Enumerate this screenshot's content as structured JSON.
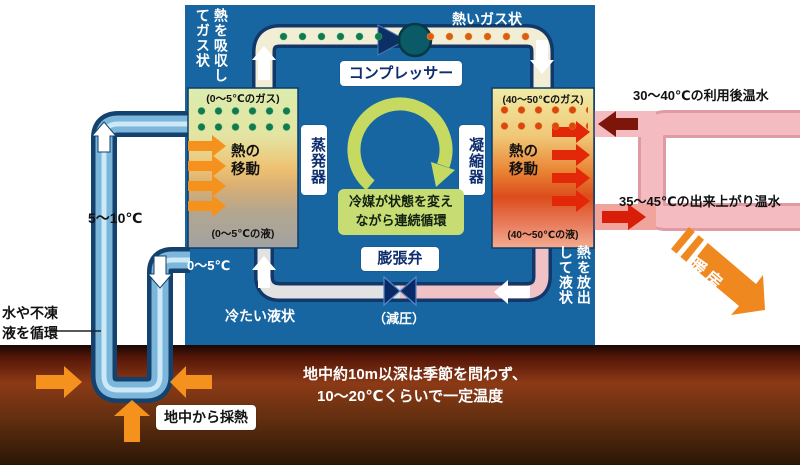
{
  "unit": {
    "compressor": "コンプレッサー",
    "hot_gas": "熱いガス状",
    "absorb_gas": "熱を吸収してガス状",
    "evaporator": "蒸発器",
    "condenser": "凝縮器",
    "cycle_note": "冷媒が状態を変えながら連続循環",
    "expansion_valve": "膨張弁",
    "decompression": "（減圧）",
    "cold_liquid": "冷たい液状",
    "release_liquid": "熱を放出して液状",
    "evap": {
      "gas": "(0〜5℃のガス)",
      "heat_move": "熱の移動",
      "liquid": "(0〜5℃の液)"
    },
    "cond": {
      "gas": "(40〜50℃のガス)",
      "heat_move": "熱の移動",
      "liquid": "(40〜50℃の液)"
    }
  },
  "ground_loop": {
    "up_temp": "5〜10℃",
    "down_temp": "0〜5℃",
    "circulate": "水や不凍液を循環"
  },
  "ground": {
    "note_line1": "地中約10m以深は季節を問わず、",
    "note_line2": "10〜20℃くらいで一定温度",
    "collect_heat": "地中から採熱"
  },
  "output": {
    "return_water": "30〜40℃の利用後温水",
    "supply_water": "35〜45℃の出来上がり温水",
    "heating": "暖房"
  },
  "colors": {
    "unit_blue": "#1766a2",
    "pipe_outline": "#14426e",
    "pipe_water_blue": "#7cb6da",
    "refrigerant_pipe_cream": "#f2eed6",
    "hot_water_pink": "#f4bcc0",
    "arrow_orange": "#f5921e",
    "arrow_red": "#d81e08",
    "cycle_green": "#c6da62",
    "valve_navy": "#0a2a66",
    "ground_brown": "#8c3a16"
  }
}
